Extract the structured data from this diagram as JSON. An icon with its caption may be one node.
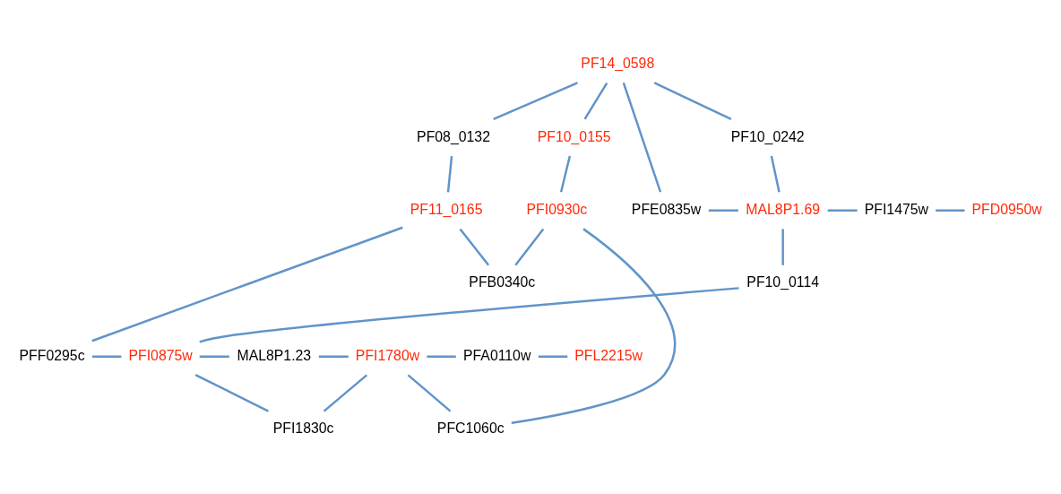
{
  "diagram": {
    "nodes": [
      {
        "text": [
          "PF14_0598"
        ]
      },
      {
        "text": [
          "PF10_0155"
        ]
      },
      {
        "text": [
          "PF08_0132"
        ]
      },
      {
        "text": [
          "PF10_0242"
        ]
      },
      {
        "text": [
          "PFI0930c"
        ]
      },
      {
        "text": [
          "PF11_0165"
        ]
      },
      {
        "text": [
          "PFB0340c"
        ]
      },
      {
        "text": [
          "PFE0835w"
        ]
      },
      {
        "text": [
          "MAL8P1.69"
        ]
      },
      {
        "text": [
          "PFI1475w"
        ]
      },
      {
        "text": [
          "PFD0950w"
        ]
      },
      {
        "text": [
          "PF10_0114"
        ]
      },
      {
        "text": [
          "PFF0295c"
        ]
      },
      {
        "text": [
          "PFI0875w"
        ]
      },
      {
        "text": [
          "MAL8P1.23"
        ]
      },
      {
        "text": [
          "PFI1780w"
        ]
      },
      {
        "text": [
          "PFA0110w"
        ]
      },
      {
        "text": [
          "PFL2215w"
        ]
      },
      {
        "text": [
          "PFC1060c"
        ]
      },
      {
        "text": [
          "PFI1830c"
        ]
      }
    ],
    "edges": [
      {
        "from": 0,
        "to": 1,
        "arrow": "none"
      },
      {
        "from": 0,
        "to": 2,
        "arrow": "none"
      },
      {
        "from": 0,
        "to": 3,
        "arrow": "none"
      },
      {
        "from": 0,
        "to": 7,
        "arrow": "none"
      },
      {
        "from": 1,
        "to": 4,
        "arrow": "none"
      },
      {
        "from": 2,
        "to": 5,
        "arrow": "none"
      },
      {
        "from": 4,
        "to": 6,
        "arrow": "none"
      },
      {
        "from": 4,
        "to": 18,
        "arrow": "none"
      },
      {
        "from": 5,
        "to": 6,
        "arrow": "none"
      },
      {
        "from": 5,
        "to": 12,
        "arrow": "none"
      },
      {
        "from": 3,
        "to": 8,
        "arrow": "none"
      },
      {
        "from": 7,
        "to": 8,
        "arrow": "none"
      },
      {
        "from": 8,
        "to": 9,
        "arrow": "none"
      },
      {
        "from": 9,
        "to": 10,
        "arrow": "none"
      },
      {
        "from": 8,
        "to": 11,
        "arrow": "none"
      },
      {
        "from": 11,
        "to": 13,
        "arrow": "none"
      },
      {
        "from": 12,
        "to": 13,
        "arrow": "none"
      },
      {
        "from": 13,
        "to": 14,
        "arrow": "none"
      },
      {
        "from": 14,
        "to": 15,
        "arrow": "none"
      },
      {
        "from": 15,
        "to": 16,
        "arrow": "none"
      },
      {
        "from": 16,
        "to": 17,
        "arrow": "none"
      },
      {
        "from": 13,
        "to": 19,
        "arrow": "none"
      },
      {
        "from": 15,
        "to": 18,
        "arrow": "none"
      },
      {
        "from": 15,
        "to": 19,
        "arrow": "none"
      }
    ]
  }
}
